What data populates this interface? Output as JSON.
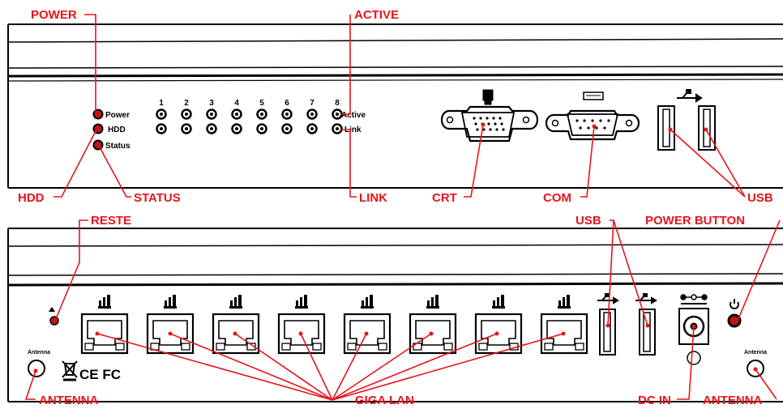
{
  "front_panel": {
    "leds": [
      "Power",
      "HDD",
      "Status"
    ],
    "port_numbers": [
      "1",
      "2",
      "3",
      "4",
      "5",
      "6",
      "7",
      "8"
    ],
    "led_rows": [
      "Active",
      "Link"
    ]
  },
  "back_panel": {
    "antenna_label": "Antenna",
    "cert_marks": "CE FC"
  },
  "callouts": {
    "power": "POWER",
    "active": "ACTIVE",
    "hdd": "HDD",
    "status": "STATUS",
    "link": "LINK",
    "crt": "CRT",
    "com": "COM",
    "usb_front": "USB",
    "reset": "RESTE",
    "usb_back": "USB",
    "power_button": "POWER BUTTON",
    "antenna_left": "ANTENNA",
    "giga_lan": "GIGA LAN",
    "dc_in": "DC IN",
    "antenna_right": "ANTENNA"
  },
  "colors": {
    "callout": "#e8141a",
    "line_art": "#000000",
    "led_fill": "#c0121a"
  }
}
